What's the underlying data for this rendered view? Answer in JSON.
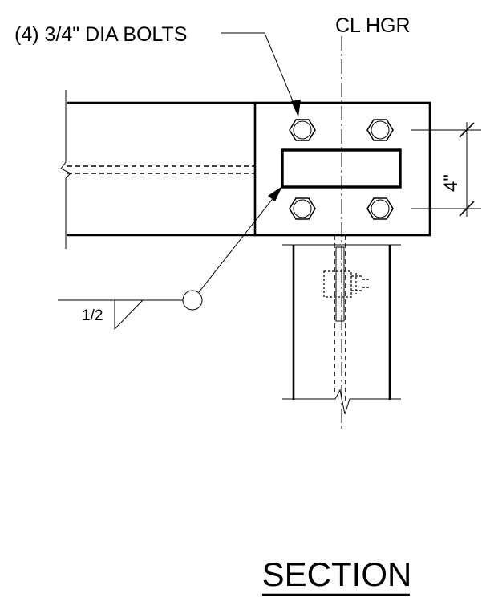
{
  "labels": {
    "bolts": "(4) 3/4\" DIA BOLTS",
    "centerline": "CL HGR",
    "dimension": "4\"",
    "weld_size": "1/2",
    "title": "SECTION"
  },
  "colors": {
    "ink": "#000000",
    "background": "#ffffff"
  }
}
